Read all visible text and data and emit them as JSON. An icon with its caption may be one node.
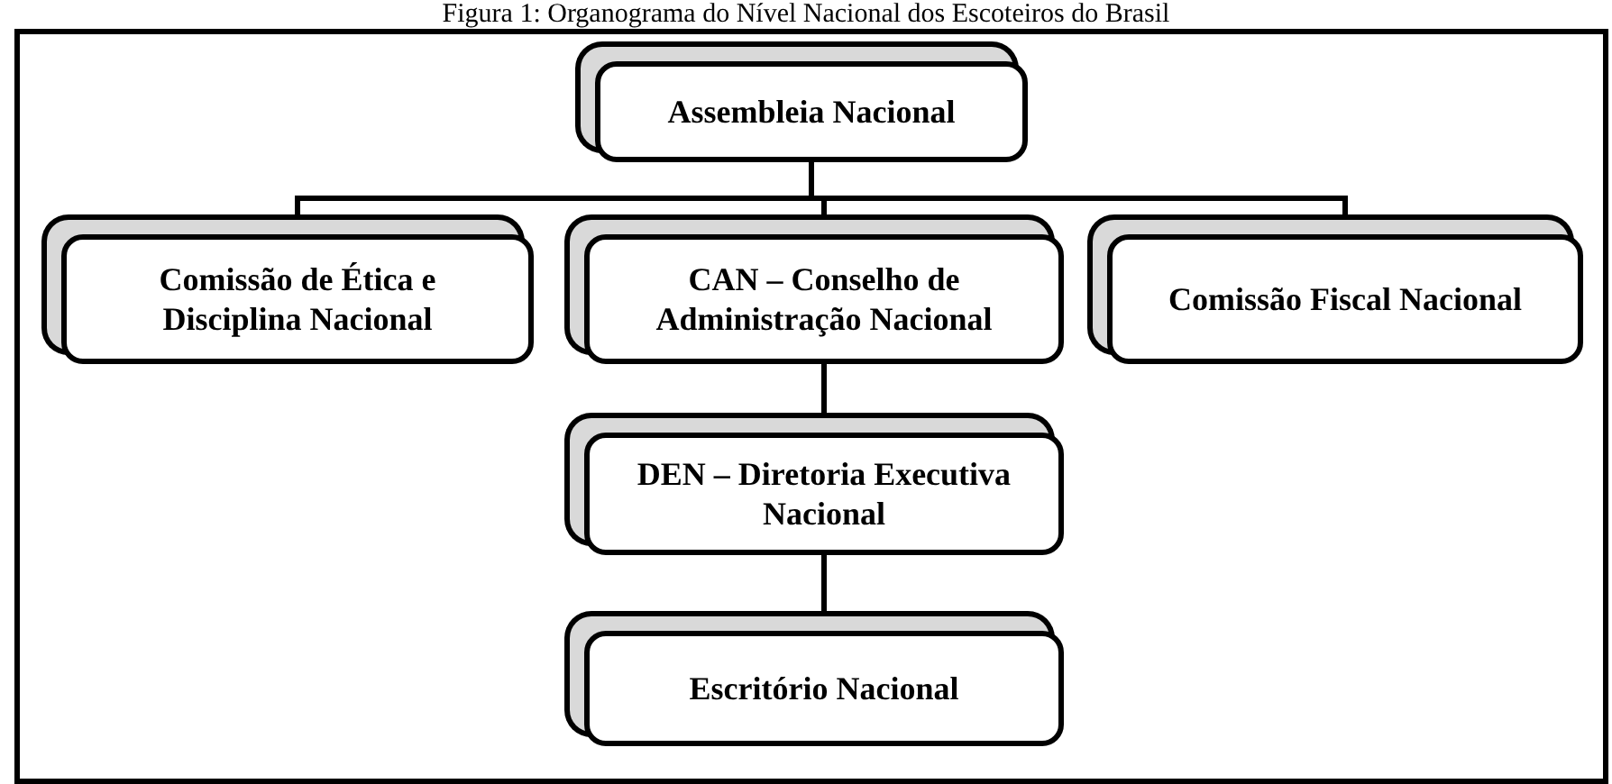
{
  "diagram": {
    "title": "Figura 1: Organograma do Nível Nacional dos Escoteiros do Brasil",
    "nodes": [
      {
        "text": [
          "Assembleia Nacional"
        ]
      },
      {
        "text": [
          "Comissão de Ética e Disciplina Nacional"
        ]
      },
      {
        "text": [
          "CAN – Conselho de Administração Nacional"
        ]
      },
      {
        "text": [
          "Comissão Fiscal Nacional"
        ]
      },
      {
        "text": [
          "DEN – Diretoria Executiva Nacional"
        ]
      },
      {
        "text": [
          "Escritório Nacional"
        ]
      }
    ],
    "edges": [
      {
        "from": 0,
        "to": 1,
        "arrow": "none"
      },
      {
        "from": 0,
        "to": 2,
        "arrow": "none"
      },
      {
        "from": 0,
        "to": 3,
        "arrow": "none"
      },
      {
        "from": 2,
        "to": 4,
        "arrow": "none"
      },
      {
        "from": 4,
        "to": 5,
        "arrow": "none"
      }
    ]
  }
}
